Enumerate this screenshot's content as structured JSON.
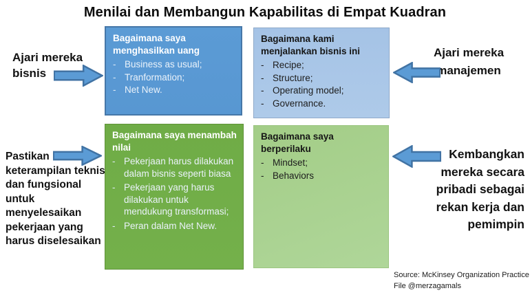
{
  "title": "Menilai dan Membangun Kapabilitas di Empat Kuadran",
  "glyphs": {
    "dash": "-"
  },
  "colors": {
    "quadrant_blue": "#5B9BD5",
    "quadrant_light_blue": "#A8C6E8",
    "quadrant_green": "#70AD47",
    "quadrant_light_green": "#A9D18E",
    "arrow_fill": "#5B9BD5",
    "arrow_border": "#4173A4"
  },
  "quadrants": {
    "top_left": {
      "title": "Bagaimana saya menghasilkan uang",
      "items": [
        "Business as usual;",
        "Tranformation;",
        "Net New."
      ]
    },
    "top_right": {
      "title": "Bagaimana kami menjalankan bisnis ini",
      "items": [
        "Recipe;",
        "Structure;",
        "Operating model;",
        "Governance."
      ]
    },
    "bottom_left": {
      "title": "Bagaimana saya menambah nilai",
      "items": [
        "Pekerjaan harus dilakukan dalam bisnis seperti biasa",
        "Pekerjaan yang harus dilakukan untuk mendukung transformasi;",
        "Peran dalam Net New."
      ]
    },
    "bottom_right": {
      "title": "Bagaimana saya berperilaku",
      "items": [
        "Mindset;",
        "Behaviors"
      ]
    }
  },
  "side_labels": {
    "left_top": {
      "lines": [
        "Ajari mereka",
        "bisnis"
      ]
    },
    "left_bottom": {
      "lines": [
        "Pastikan",
        "keterampilan teknis",
        "dan fungsional",
        "untuk",
        "menyelesaikan",
        "pekerjaan yang",
        "harus diselesaikan"
      ]
    },
    "right_top": {
      "lines": [
        "Ajari mereka",
        "manajemen"
      ]
    },
    "right_bottom": {
      "lines": [
        "Kembangkan",
        "mereka secara",
        "pribadi sebagai",
        "rekan kerja dan",
        "pemimpin"
      ]
    }
  },
  "footer": {
    "source": "Source: McKinsey Organization Practice",
    "file": "File @merzagamals"
  }
}
